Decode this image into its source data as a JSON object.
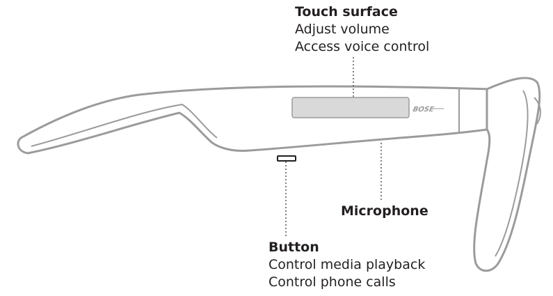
{
  "brand": {
    "logo_text": "BOSE"
  },
  "callouts": {
    "touch_surface": {
      "title": "Touch surface",
      "lines": [
        "Adjust volume",
        "Access voice control"
      ]
    },
    "microphone": {
      "title": "Microphone"
    },
    "button": {
      "title": "Button",
      "lines": [
        "Control media playback",
        "Control phone calls"
      ]
    }
  },
  "colors": {
    "outline": "#9b9b9b",
    "frame_fill": "#ffffff",
    "pad_fill": "#d9d9d9",
    "leader": "#555555",
    "text": "#231f20"
  }
}
